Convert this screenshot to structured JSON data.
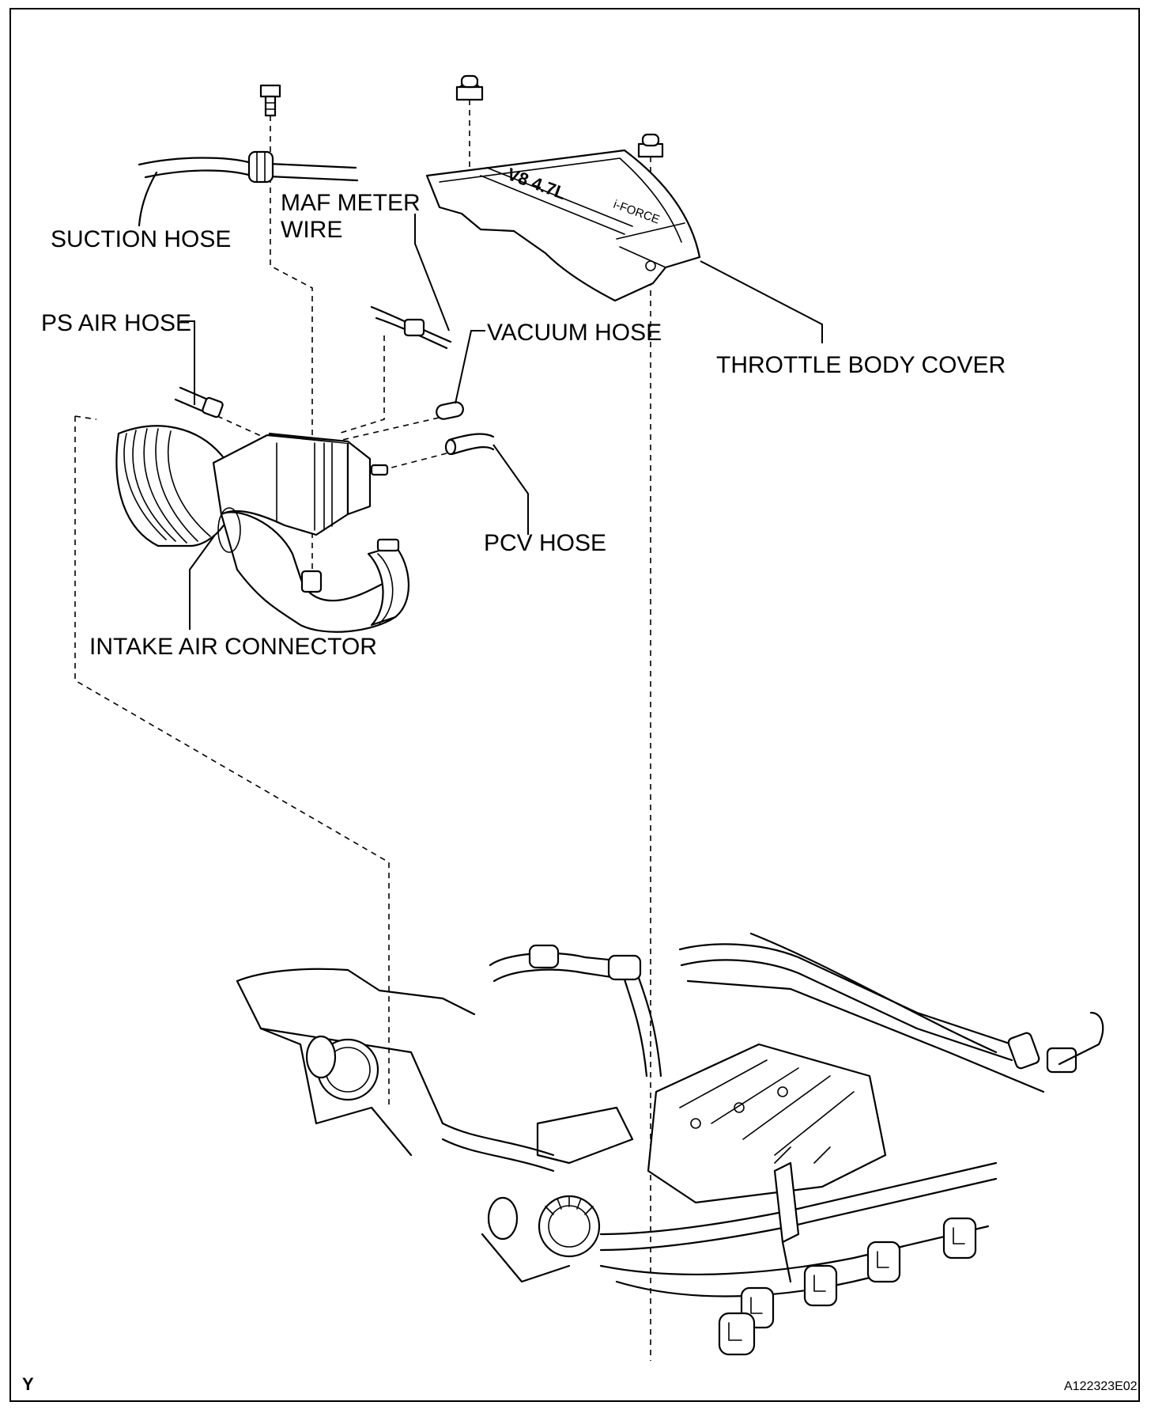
{
  "labels": {
    "suction_hose": "SUCTION HOSE",
    "maf_meter_wire_line1": "MAF METER",
    "maf_meter_wire_line2": "WIRE",
    "ps_air_hose": "PS AIR HOSE",
    "vacuum_hose": "VACUUM HOSE",
    "throttle_body_cover": "THROTTLE BODY COVER",
    "pcv_hose": "PCV HOSE",
    "intake_air_connector": "INTAKE AIR CONNECTOR"
  },
  "cover_text": {
    "engine_badge": "V8 4.7L",
    "sub_badge": "i-FORCE"
  },
  "footer": {
    "corner_mark": "Y",
    "figure_code": "A122323E02"
  }
}
